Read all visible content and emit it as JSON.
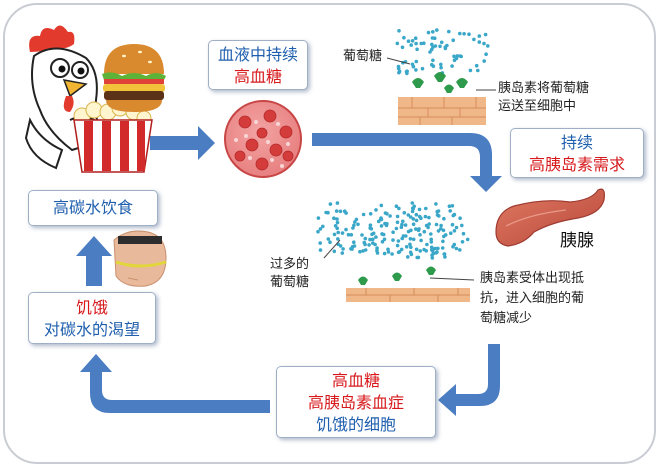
{
  "boxes": {
    "blood": {
      "line1": "血液中持续",
      "line2": "高血糖"
    },
    "insulin_demand": {
      "line1": "持续",
      "line2": "高胰岛素需求"
    },
    "diet": {
      "text": "高碳水饮食"
    },
    "hunger": {
      "line1": "饥饿",
      "line2": "对碳水的渴望"
    },
    "result": {
      "line1": "高血糖",
      "line2": "高胰岛素血症",
      "line3": "饥饿的细胞"
    }
  },
  "labels": {
    "glucose": "葡萄糖",
    "insulin_transport_1": "胰岛素将葡萄糖",
    "insulin_transport_2": "运送至细胞中",
    "pancreas": "胰腺",
    "excess_1": "过多的",
    "excess_2": "葡萄糖",
    "resistance_1": "胰岛素受体出现抵",
    "resistance_2": "抗，进入细胞的葡",
    "resistance_3": "萄糖减少"
  },
  "colors": {
    "arrow": "#4a7dc1",
    "box_text_blue": "#1f5fae",
    "box_text_red": "#d7191c",
    "glucose_dot": "#3aa7c9",
    "cell_layer": "#f0b789",
    "receptor": "#2e9a4c",
    "blood_red": "#d94b4b",
    "pancreas": "#cf5a4b"
  },
  "icons": [
    "chicken-icon",
    "burger-icon",
    "popcorn-icon",
    "belly-icon",
    "pancreas-icon",
    "blood-cell-icon"
  ]
}
